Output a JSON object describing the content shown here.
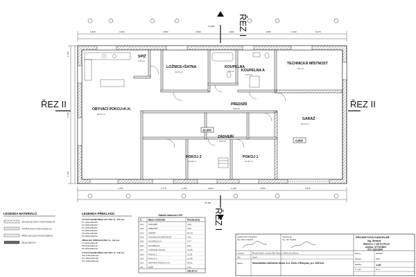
{
  "rooms": {
    "spiz": {
      "name": "SPÍŽ",
      "area": "1,61 m²"
    },
    "loznice": {
      "name": "LOŽNICE+ŠATNA",
      "area": "13,05 m²"
    },
    "koupelna_small": {
      "name": "KOUPELNA",
      "area": "6,52 m²"
    },
    "koupelna_a": {
      "name": "KOUPELNA A",
      "area": "5,77 m²"
    },
    "technicka": {
      "name": "TECHNICKÁ MÍSTNOST",
      "area": "7,61 m²"
    },
    "obyvaci": {
      "name": "OBÝVACÍ POKOJ+K.K.",
      "area": "46,21 m²"
    },
    "predsin": {
      "name": "PŘEDSÍŇ",
      "area": "9,65 m²"
    },
    "garaz": {
      "name": "GARÁŽ",
      "area": "26,19 m²"
    },
    "zadveri": {
      "name": "ZÁDVEŘÍ",
      "area": "4,64 m²"
    },
    "pokoj2": {
      "name": "POKOJ 2",
      "area": "13,48 m²"
    },
    "pokoj1": {
      "name": "POKOJ 1",
      "area": "11,33 m²"
    }
  },
  "levels": {
    "main": "±0,000",
    "garage": "-0,000"
  },
  "cuts": {
    "vertical": "ŘEZ I",
    "horizontal": "ŘEZ II"
  },
  "dimensions": {
    "top": [
      "1.925",
      "3.600",
      "4.550",
      "3.650",
      "3.600",
      "4.250",
      "2.300",
      "5.375"
    ],
    "overall": "19.850",
    "overall_bottom": "20.450",
    "bottom": [
      "4.750",
      "2.770",
      "2.750",
      "3.830",
      "1.100",
      "4.250",
      "5.375"
    ],
    "left": [
      "1.260",
      "9.700",
      "1.760"
    ]
  },
  "legend_materials": {
    "title": "LEGENDA MATERIÁLŮ",
    "items": [
      "OBVODOVÉ ZDIVO POROTHERM 44",
      "VNITŘNÍ ZDIVO POROTHERM 14",
      "PŘÍČKOVÉ ZDIVO POROTHERM 8",
      "ŽELEZOBETON"
    ]
  },
  "legend_lintels": {
    "title": "LEGENDA PŘEKLADŮ",
    "groups": [
      {
        "head": "VÝZTUŽ NOSNÉ PŘEKLADY PRO T.L. 300 mm",
        "rows": [
          "P1  1250x238x300",
          "P2  1500x238x300",
          "P3  1750x238x300",
          "P4  2000x238x300",
          "P5  2250x238x300",
          "P6  2500x238x300"
        ]
      },
      {
        "head": "PŘEKLADY PŘÍČKOVÉ PRO T.L. 140 mm",
        "rows": [
          "P7  1000x238x140",
          "P8  1250x238x140",
          "P9  1500x238x140"
        ]
      },
      {
        "head": "VÝZTUŽ NOSNÉ PŘEKLADY PRO T.L. 440 mm",
        "rows": [
          "P10  1250x238x440",
          "P11  1500x238x440",
          "P12  2000x238x440"
        ]
      }
    ]
  },
  "room_table": {
    "title": "Tabulka místností 1.NP",
    "headers": [
      "Č.",
      "Název místnosti",
      "Plocha (m2)"
    ],
    "rows": [
      [
        "101",
        "ZÁDVEŘÍ",
        "4,64"
      ],
      [
        "102",
        "PŘEDSÍŇ",
        "9,65"
      ],
      [
        "103",
        "GARÁŽ",
        "26,19"
      ],
      [
        "104",
        "TECHNICKÁ MÍSTNOST",
        "7,61"
      ],
      [
        "105",
        "KOUPELNA A",
        "5,77"
      ],
      [
        "106",
        "KOUPELNA",
        "6,52"
      ],
      [
        "107",
        "LOŽNICE+ŠATNA",
        "13,05"
      ],
      [
        "108",
        "POKOJ 1",
        "11,33"
      ],
      [
        "109",
        "POKOJ 2",
        "13,48"
      ],
      [
        "110",
        "OBÝVACÍ POKOJ+K.K.",
        "46,21"
      ],
      [
        "111",
        "SPÍŽ",
        "1,61"
      ]
    ],
    "total": "140,42 m²"
  },
  "title_block": {
    "company": "PROJEKTOVÁ KANCELÁŘ",
    "engineer": "Ing. Strakoš",
    "street": "Rakovce 7  130 01 Plzeň",
    "phone": "telefon: 377370601",
    "ico": "IČO 11621845",
    "designer_label": "Zodpovědný projektant",
    "designer": "Ing. Alfons Strakoš",
    "drawn_label": "Vypracoval",
    "drawn": "Ing. Jan Vrejbka",
    "investor_label": "Investor",
    "investor": "Řezníč Radim, Lipová 556, Šenov, 23000 Zruč-Šenov",
    "place_label": "Obj.",
    "place": "Osek",
    "drawing_label": "Název",
    "drawing": "Novostavba rodinného domu, k.ú. Osek u Rokycan, p.č. 622/144",
    "date_label": "Datum",
    "date": "06/2023",
    "phase_label": "Stupeň",
    "phase": "DSP",
    "scale_label": "Měřítko",
    "scale": "1:50",
    "sheet_label": "Č. výkr.",
    "sheet": "D.1.1"
  }
}
